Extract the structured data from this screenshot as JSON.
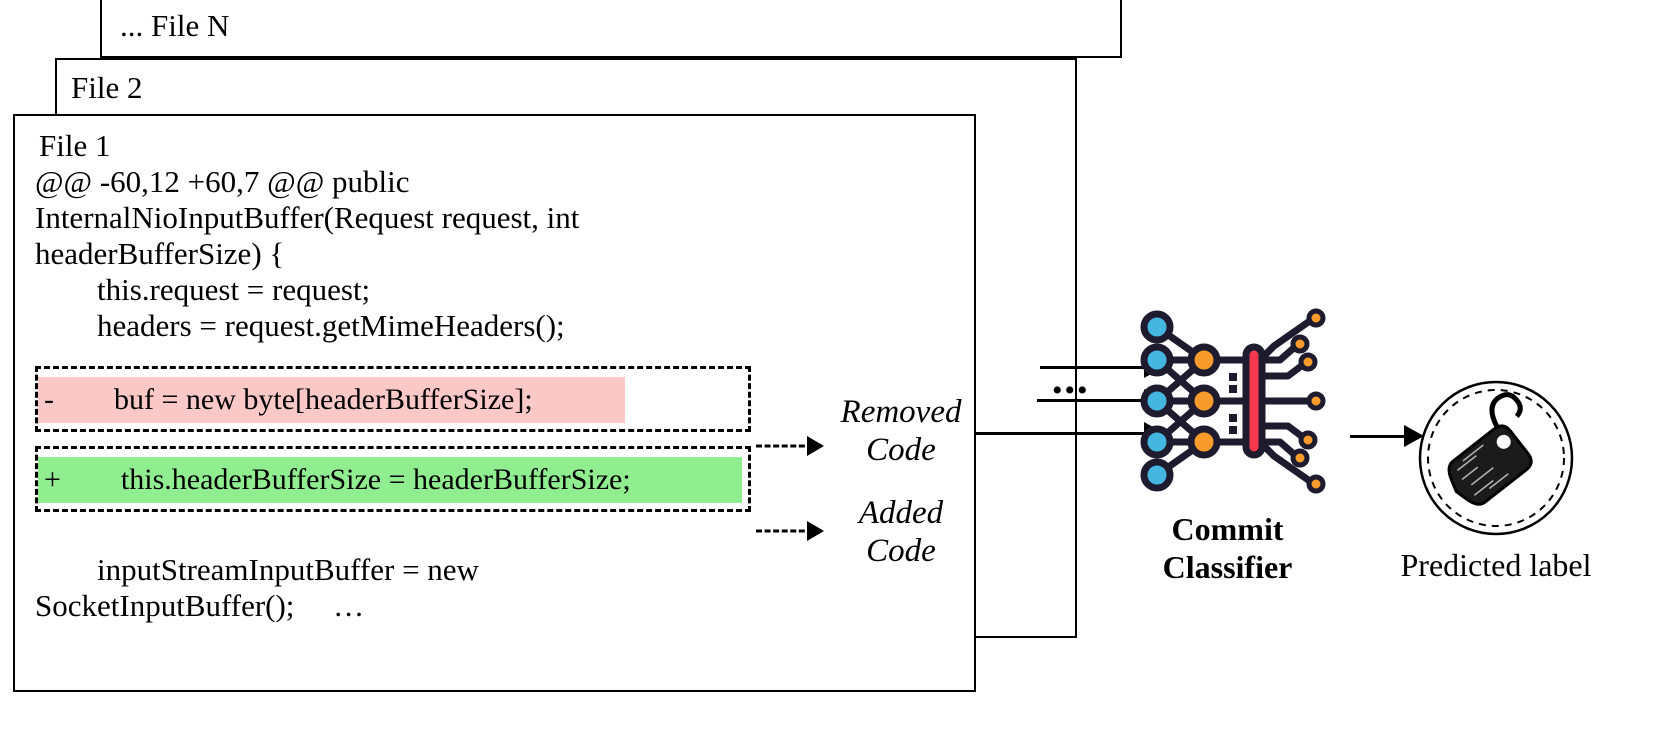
{
  "figure": {
    "type": "pipeline-diagram",
    "title": "Commit classification pipeline"
  },
  "files": {
    "card_n_label": "... File N",
    "card_2_label": "File 2",
    "card_1_label": "File 1"
  },
  "file1": {
    "hunk_header": "@@ -60,12 +60,7 @@ public",
    "line_2": "InternalNioInputBuffer(Request request, int",
    "line_3": "headerBufferSize) {",
    "line_4": "        this.request = request;",
    "line_5": "        headers = request.getMimeHeaders();",
    "removed_line": "-        buf = new byte[headerBufferSize];",
    "added_line": "+        this.headerBufferSize = headerBufferSize;",
    "tail_line_1": "        inputStreamInputBuffer = new",
    "tail_line_2": "SocketInputBuffer();     …"
  },
  "labels": {
    "removed_code": "Removed\nCode",
    "added_code": "Added\nCode",
    "ellipsis": "•••",
    "classifier": "Commit\nClassifier",
    "predicted": "Predicted\nlabel"
  },
  "colors": {
    "removed_highlight": "#fbc8c8",
    "added_highlight": "#90ee90",
    "nn_input_node": "#45b6e0",
    "nn_hidden_node": "#f79c2c",
    "nn_bar": "#f7394f",
    "nn_stroke": "#1e1b2e",
    "outline": "#000000",
    "background": "#ffffff"
  },
  "icons": {
    "neural_network": "neural-network-icon",
    "tag": "tag-icon"
  }
}
